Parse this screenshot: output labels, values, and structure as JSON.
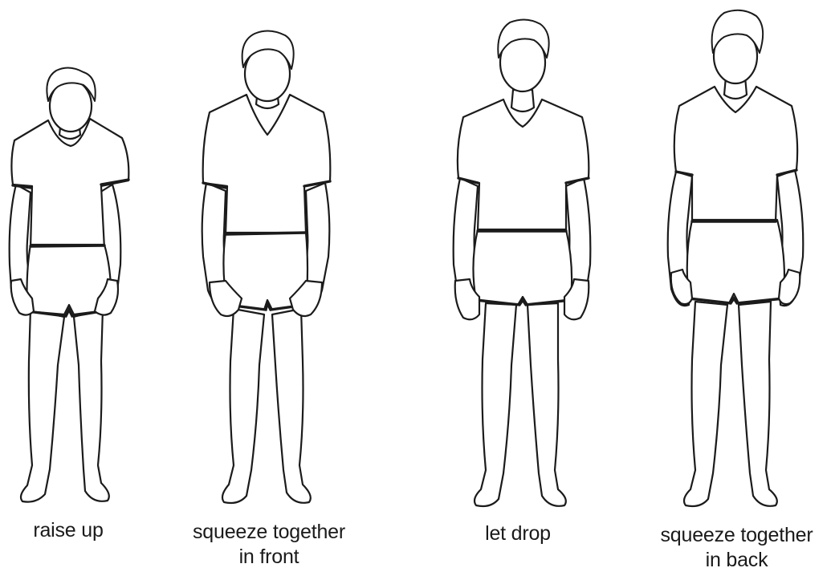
{
  "figures": [
    {
      "caption": "raise up"
    },
    {
      "caption": "squeeze together\nin front"
    },
    {
      "caption": "let drop"
    },
    {
      "caption": "squeeze together\nin back"
    }
  ]
}
